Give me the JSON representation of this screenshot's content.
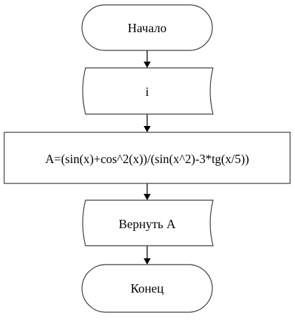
{
  "flowchart": {
    "nodes": [
      {
        "id": "start",
        "type": "terminator",
        "label": "Начало"
      },
      {
        "id": "input",
        "type": "input-output",
        "label": "i"
      },
      {
        "id": "process",
        "type": "process",
        "label": "A=(sin(x)+cos^2(x))/(sin(x^2)-3*tg(x/5))"
      },
      {
        "id": "return",
        "type": "input-output",
        "label": "Вернуть А"
      },
      {
        "id": "end",
        "type": "terminator",
        "label": "Конец"
      }
    ],
    "edges": [
      {
        "from": "start",
        "to": "input"
      },
      {
        "from": "input",
        "to": "process"
      },
      {
        "from": "process",
        "to": "return"
      },
      {
        "from": "return",
        "to": "end"
      }
    ],
    "colors": {
      "shape_fill": "#ffffff",
      "shape_stroke": "#3a3a3a",
      "connector": "#000000",
      "text": "#000000"
    }
  }
}
